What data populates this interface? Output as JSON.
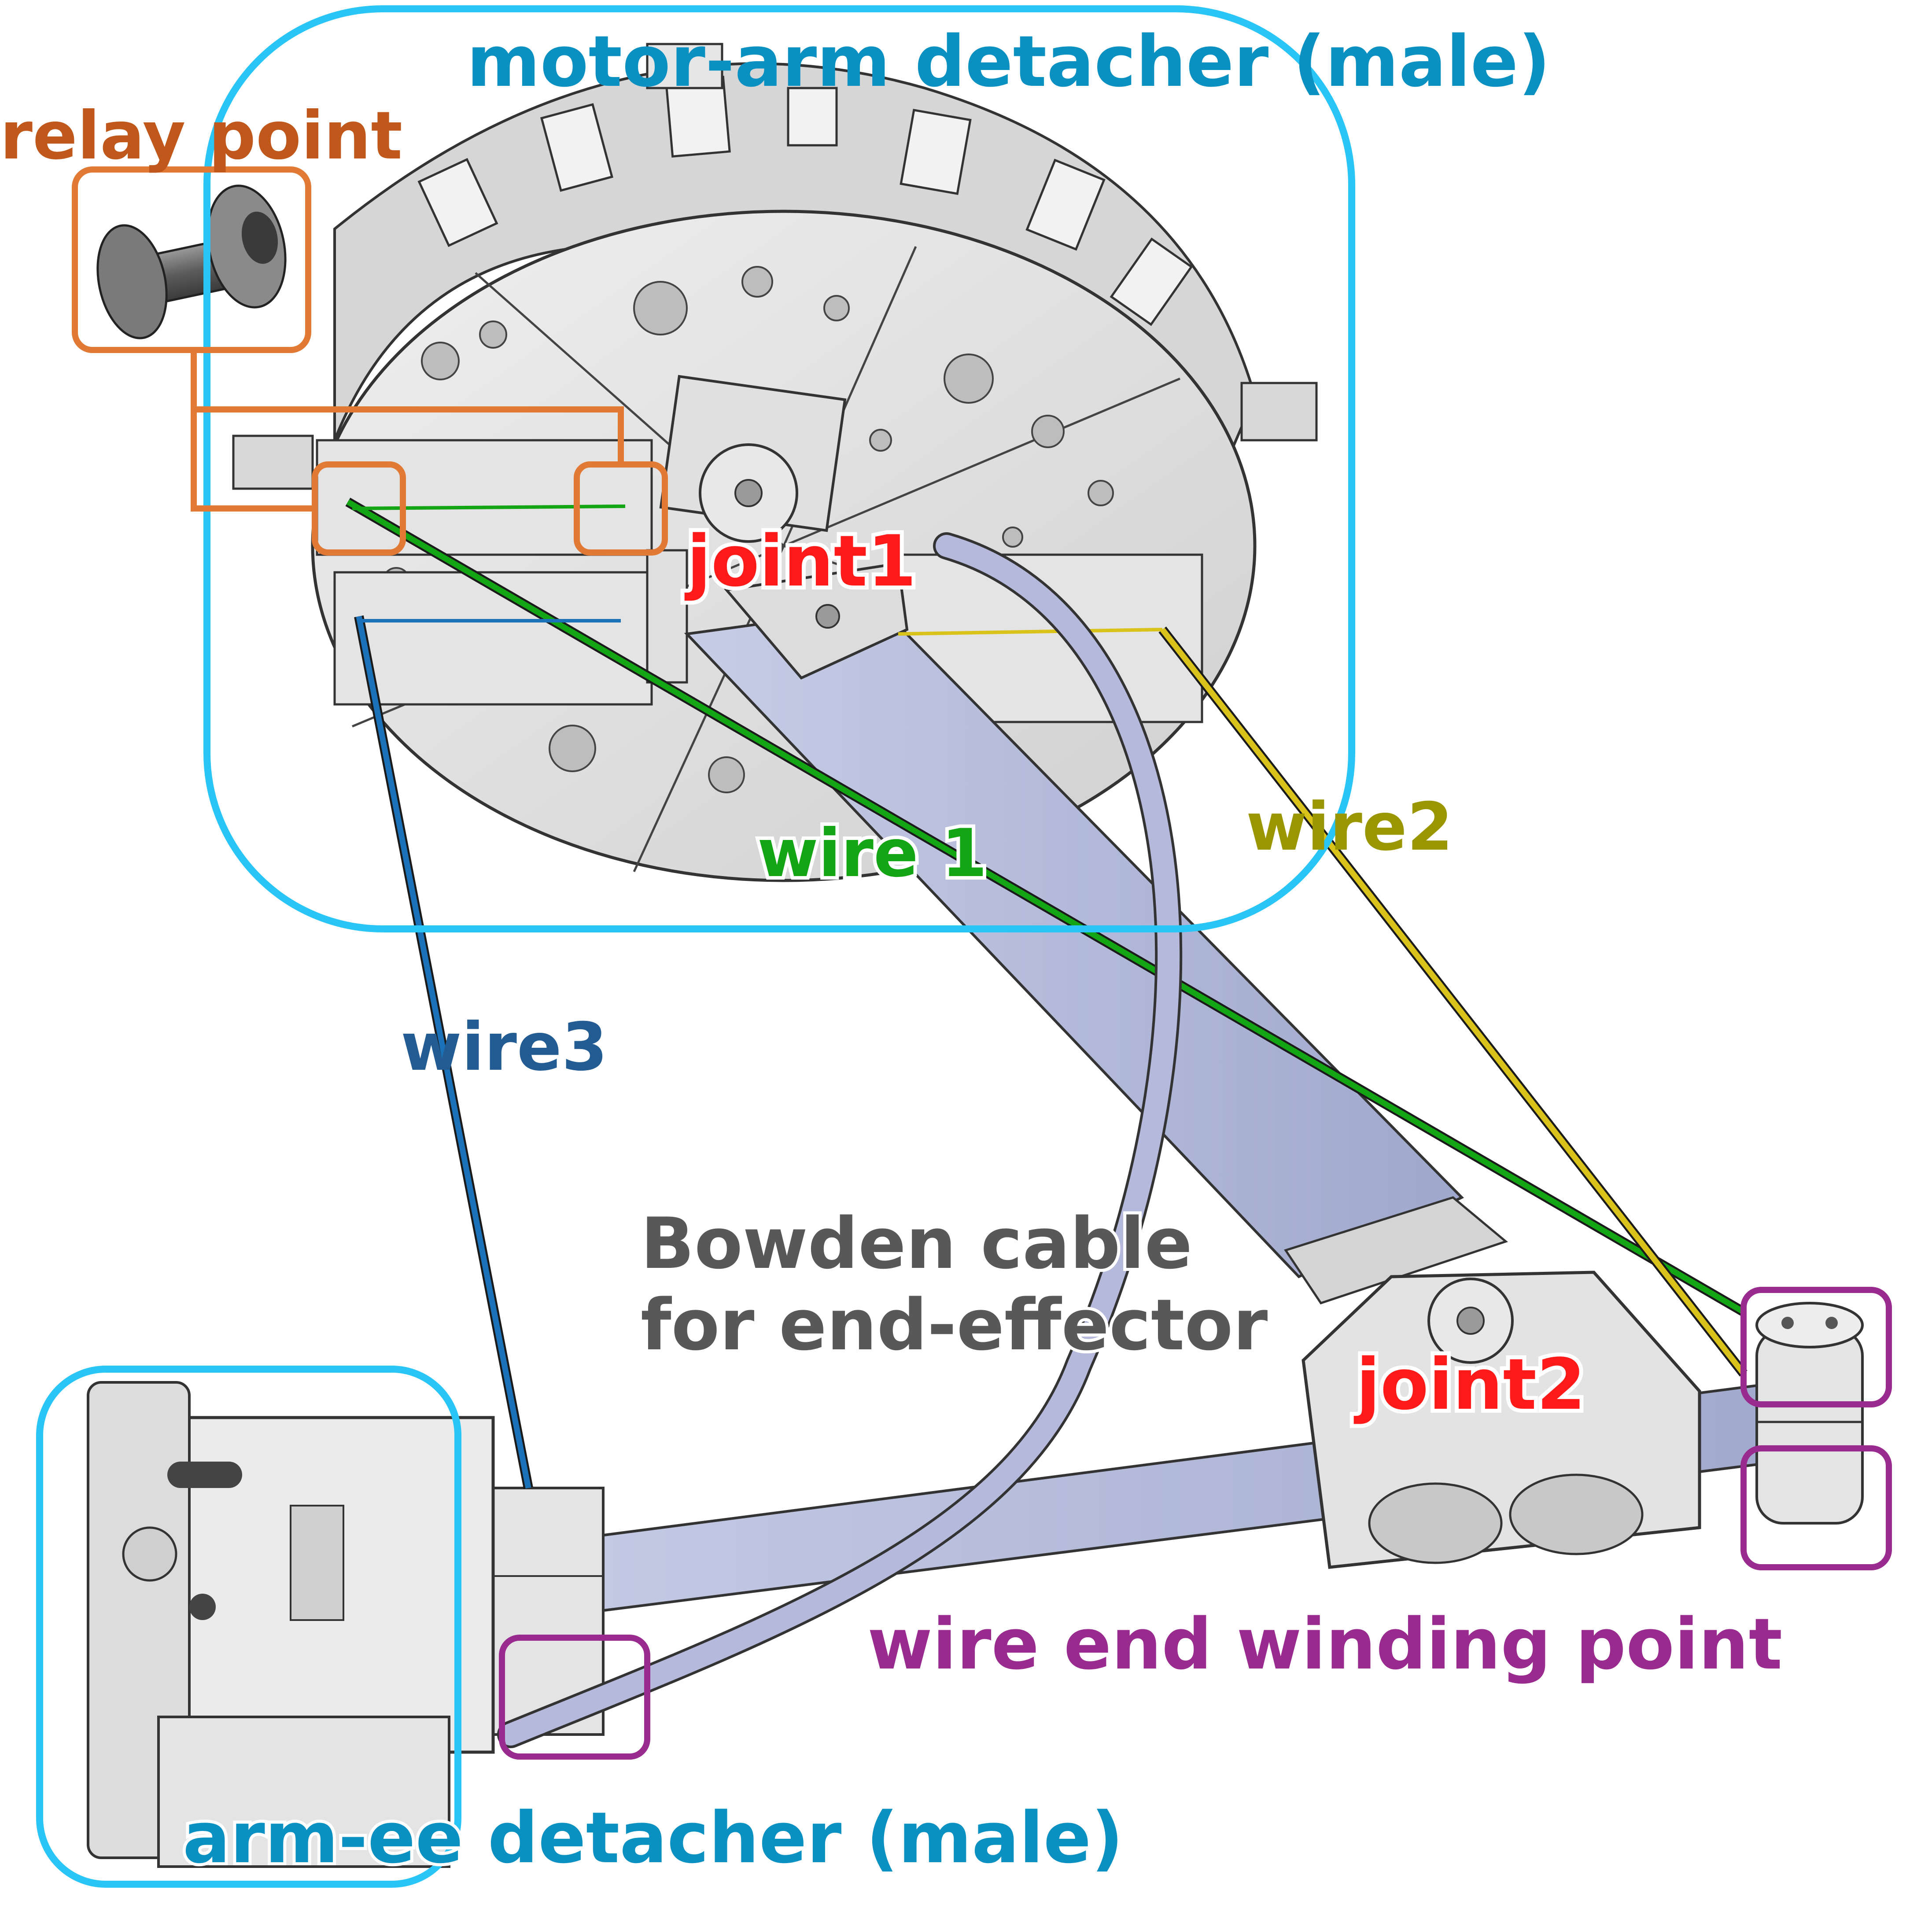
{
  "labels": {
    "motor_arm": "motor-arm detacher (male)",
    "relay": "relay point",
    "joint1": "joint1",
    "joint2": "joint2",
    "wire1": "wire 1",
    "wire2": "wire2",
    "wire3": "wire3",
    "bowden_line1": "Bowden cable",
    "bowden_line2": "for end-effector",
    "winding": "wire end winding point",
    "arm_ee": "arm-ee detacher (male)"
  },
  "colors": {
    "detacher_outline": "#29c5f6",
    "detacher_text": "#0a91c2",
    "relay": "#e07a34",
    "relay_text": "#c0581c",
    "joint_text": "#ff1a1a",
    "wire1": "#14a514",
    "wire2": "#d9c21a",
    "wire2_text": "#9a9600",
    "wire3": "#1c72b8",
    "wire3_text": "#235c92",
    "winding": "#9a2b8e",
    "bowden": "#b5b9dc",
    "bowden_text": "#585858",
    "arm": "#b8bfdc",
    "metal": "#e2e2e2"
  }
}
